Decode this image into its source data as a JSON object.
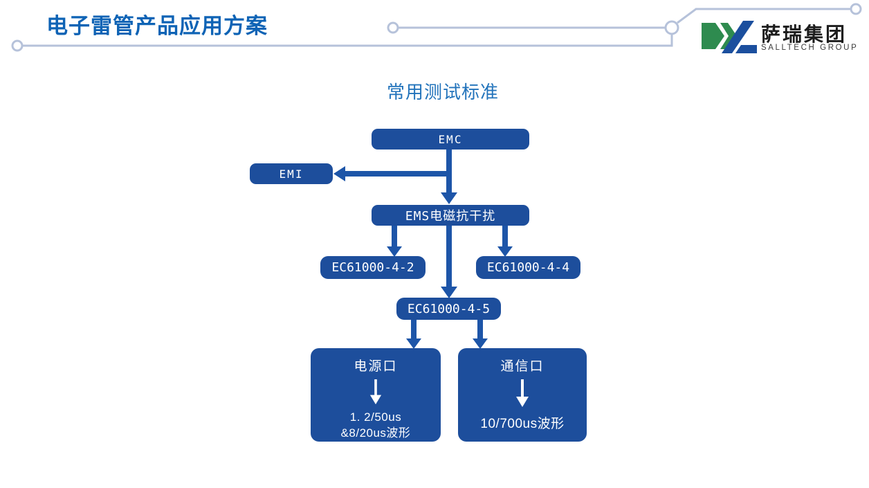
{
  "slide": {
    "title": "电子雷管产品应用方案",
    "subtitle": "常用测试标准"
  },
  "logo": {
    "name_cn": "萨瑞集团",
    "name_en": "SALLTECH GROUP"
  },
  "flowchart": {
    "nodes": {
      "emc": {
        "label": "EMC"
      },
      "emi": {
        "label": "EMI"
      },
      "ems": {
        "label": "EMS电磁抗干扰"
      },
      "ec_4_2": {
        "label": "EC61000-4-2"
      },
      "ec_4_4": {
        "label": "EC61000-4-4"
      },
      "ec_4_5": {
        "label": "EC61000-4-5"
      },
      "power_port": {
        "title": "电源口",
        "line1": "1. 2/50us",
        "line2": "&8/20us波形"
      },
      "comm_port": {
        "title": "通信口",
        "line1": "10/700us波形"
      }
    }
  },
  "colors": {
    "title_blue": "#0e63b5",
    "subtitle_blue": "#2273bb",
    "node_blue": "#1d4e9c",
    "arrow_blue": "#1d55a8",
    "node_text": "#ffffff",
    "decor_line": "#b6c2da",
    "logo_green": "#2e8b4f",
    "logo_blue": "#1b4f9e"
  }
}
